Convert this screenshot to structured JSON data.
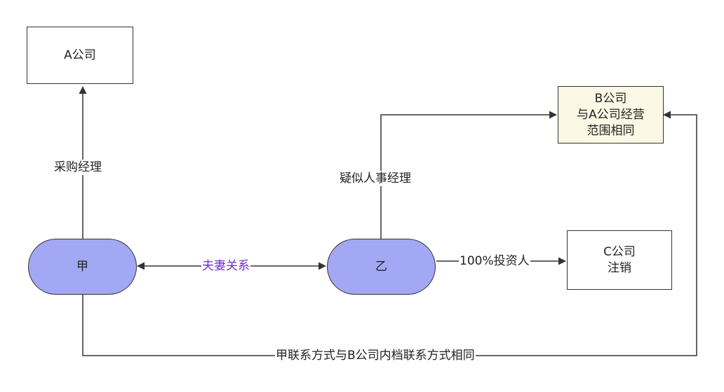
{
  "colors": {
    "stroke": "#333333",
    "person_fill": "#a3a8f4",
    "highlight_fill": "#fbf8e6",
    "plain_fill": "#ffffff",
    "text": "#222222",
    "spouse_label": "#6f2bd4"
  },
  "nodes": {
    "company_a": {
      "lines": [
        "A公司"
      ]
    },
    "company_b": {
      "lines": [
        "B公司",
        "与A公司经营",
        "范围相同"
      ]
    },
    "company_c": {
      "lines": [
        "C公司",
        "注销"
      ]
    },
    "person_jia": {
      "lines": [
        "甲"
      ]
    },
    "person_yi": {
      "lines": [
        "乙"
      ]
    }
  },
  "edges": {
    "jia_to_a": {
      "from": "person_jia",
      "to": "company_a",
      "label": "采购经理"
    },
    "yi_to_b": {
      "from": "person_yi",
      "to": "company_b",
      "label": "疑似人事经理"
    },
    "jia_yi": {
      "from": "person_jia",
      "to": "person_yi",
      "label": "夫妻关系",
      "bidirectional": true
    },
    "yi_to_c": {
      "from": "person_yi",
      "to": "company_c",
      "label": "100%投资人"
    },
    "jia_to_b": {
      "from": "person_jia",
      "to": "company_b",
      "label": "甲联系方式与B公司内档联系方式相同"
    }
  }
}
